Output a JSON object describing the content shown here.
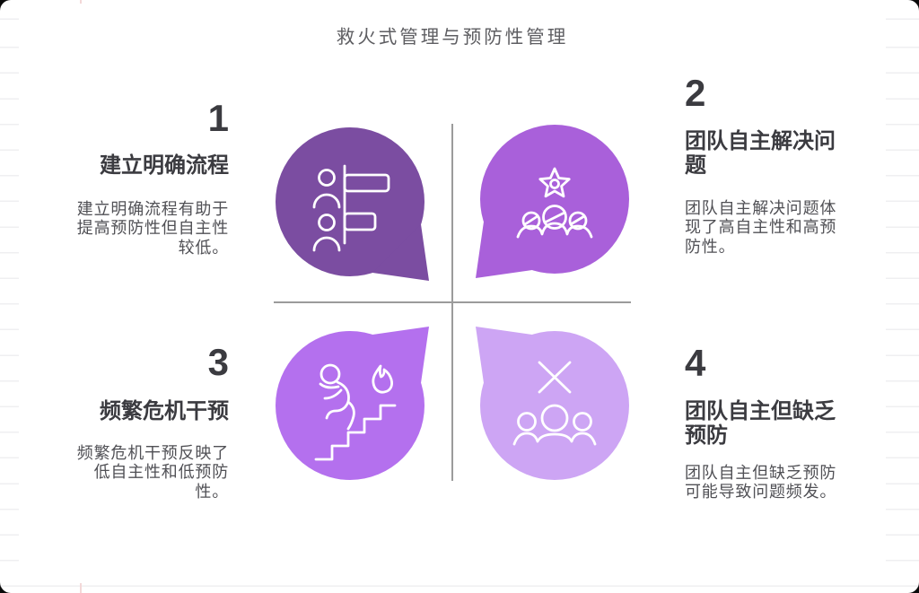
{
  "title": "救火式管理与预防性管理",
  "quadrants": [
    {
      "number": "1",
      "heading": "建立明确流程",
      "body": "建立明确流程有助于提高预防性但自主性较低。",
      "icon": "people-task-bars-icon",
      "bubble_color": "#7b4da1"
    },
    {
      "number": "2",
      "heading": "团队自主解决问题",
      "body": "团队自主解决问题体现了高自主性和高预防性。",
      "icon": "team-gear-icon",
      "bubble_color": "#a960da"
    },
    {
      "number": "3",
      "heading": "频繁危机干预",
      "body": "频繁危机干预反映了低自主性和低预防性。",
      "icon": "runner-stairs-flame-icon",
      "bubble_color": "#b470ee"
    },
    {
      "number": "4",
      "heading": "团队自主但缺乏预防",
      "body": "团队自主但缺乏预防可能导致问题频发。",
      "icon": "team-cross-icon",
      "bubble_color": "#cda5f4"
    }
  ],
  "colors": {
    "icon_stroke": "#ffffff",
    "divider": "#9b9b9b",
    "title_text": "#5e5e62",
    "heading_text": "#3b3b40",
    "body_text": "#505055",
    "paper_line": "#efeff1",
    "paper_margin_line": "#f3d8d8"
  }
}
